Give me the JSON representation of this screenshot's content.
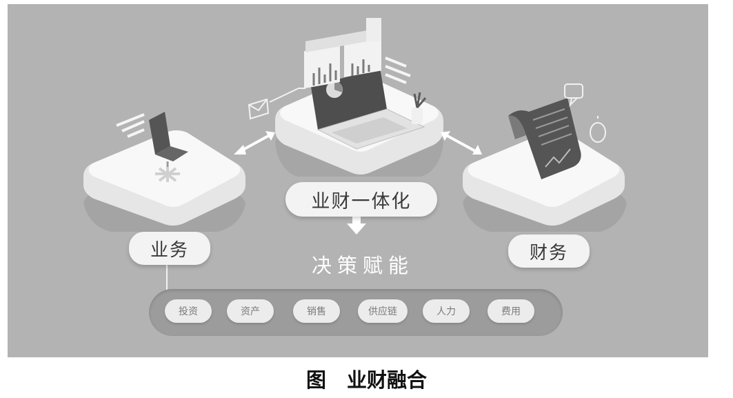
{
  "diagram": {
    "center_label": "业财一体化",
    "left_label": "业务",
    "right_label": "财务",
    "result_label": "决策赋能",
    "tags": [
      "投资",
      "资产",
      "销售",
      "供应链",
      "人力",
      "费用"
    ]
  },
  "caption": {
    "prefix": "图",
    "title": "业财融合"
  },
  "icons": [
    "chair-icon",
    "laptop-icon",
    "document-icon",
    "mail-icon",
    "chat-icon",
    "clock-icon",
    "plant-icon",
    "arrow-down-icon",
    "double-arrow-icon"
  ],
  "colors": {
    "background": "#b3b3b3",
    "platform": "#f5f5f5",
    "pill": "#f3f3f3",
    "dark": "#555555"
  }
}
